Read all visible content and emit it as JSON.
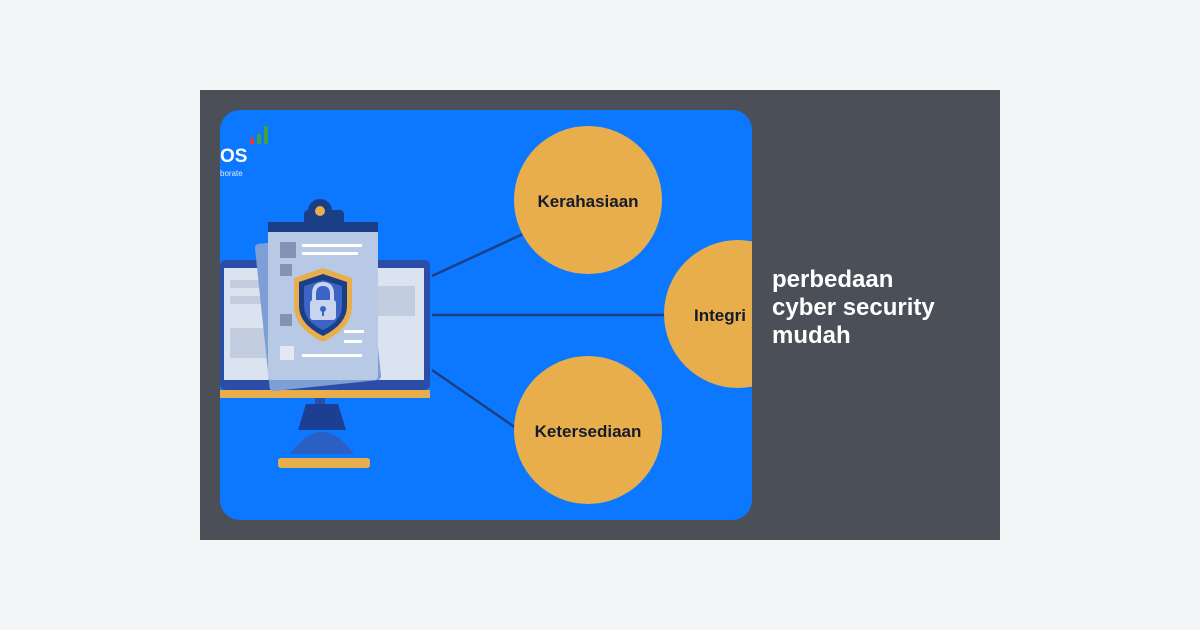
{
  "logo": {
    "text": "OS",
    "sub": "borate"
  },
  "illustration": {
    "nodes": [
      {
        "label": "Kerahasiaan"
      },
      {
        "label": "Integri"
      },
      {
        "label": "Ketersediaan"
      }
    ],
    "colors": {
      "background": "#0b78ff",
      "node_fill": "#e8ae4b",
      "connector": "#1b3f86",
      "shield": "#3b64c4"
    }
  },
  "caption": {
    "line1": "perbedaan",
    "line2": "cyber security",
    "line3": "mudah"
  },
  "colors": {
    "page_bg": "#f4f5f7",
    "card_bg": "#4b4f57",
    "caption_text": "#ffffff"
  }
}
